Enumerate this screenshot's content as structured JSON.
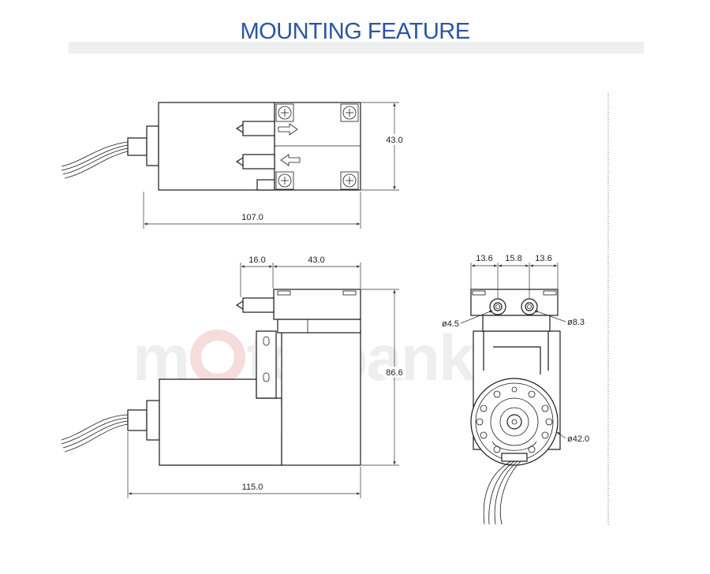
{
  "title": "MOUNTING FEATURE",
  "watermark": {
    "before": "m",
    "after": "torbank"
  },
  "top_view": {
    "height_label": "43.0",
    "length_label": "107.0"
  },
  "side_view": {
    "offset_label": "16.0",
    "head_label": "43.0",
    "height_label": "86.6",
    "length_label": "115.0"
  },
  "end_view": {
    "left_label": "13.6",
    "center_label": "15.8",
    "right_label": "13.6",
    "port_small_label": "ø4.5",
    "port_large_label": "ø8.3",
    "motor_dia_label": "ø42.0"
  }
}
